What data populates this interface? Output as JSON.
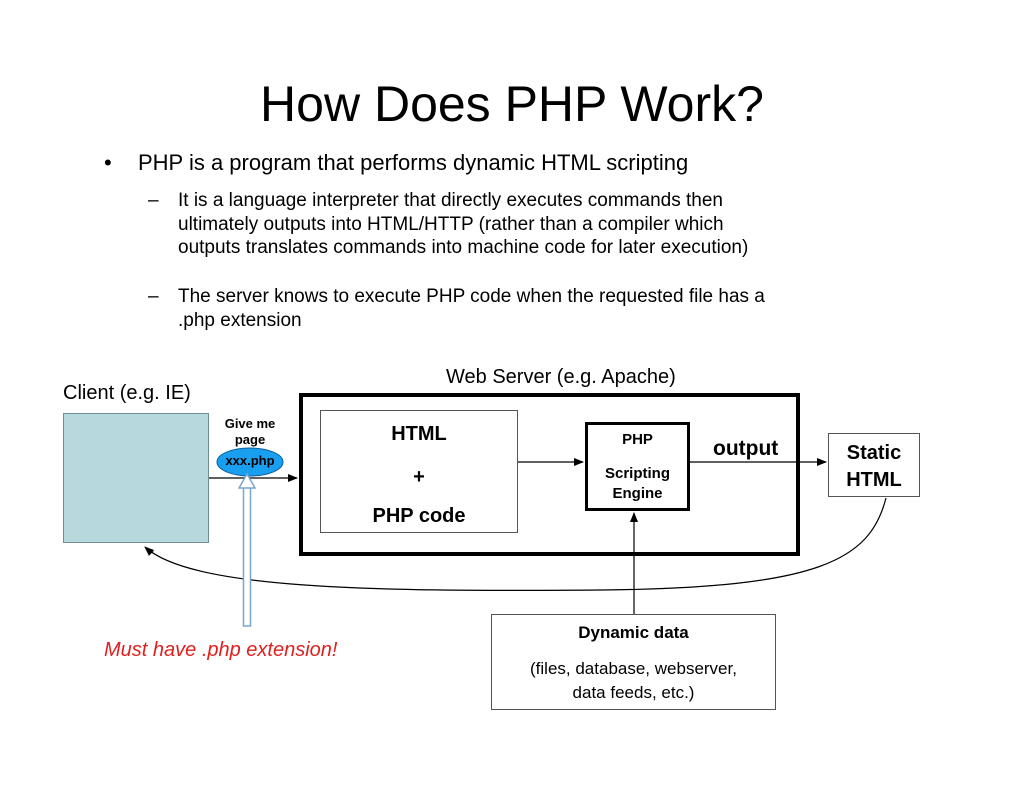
{
  "slide": {
    "title": "How Does PHP Work?",
    "bullet": "PHP is a program that performs dynamic HTML scripting",
    "sub_bullets": [
      "It is a language interpreter that directly executes commands then\nultimately outputs into HTML/HTTP (rather than a compiler which\noutputs translates commands into machine code for later execution)",
      "The server knows to execute PHP code when the requested file has a\n.php extension"
    ]
  },
  "diagram": {
    "client_label": "Client (e.g. IE)",
    "web_server_label": "Web Server (e.g. Apache)",
    "request_label_line1": "Give me",
    "request_label_line2": "page",
    "request_file": "xxx.php",
    "html_box": {
      "line1": "HTML",
      "line2": "+",
      "line3": "PHP code"
    },
    "php_box": {
      "line1": "PHP",
      "line2": "Scripting",
      "line3": "Engine"
    },
    "output_label": "output",
    "static_html": {
      "line1": "Static",
      "line2": "HTML"
    },
    "dynamic_data": {
      "heading": "Dynamic data",
      "line1": "(files, database, webserver,",
      "line2": "data feeds, etc.)"
    },
    "note": "Must have .php extension!"
  },
  "colors": {
    "client_fill": "#b7d8dd",
    "request_bubble": "#1a9ef0",
    "note": "#e0201f",
    "pointer_arrow": "#7aa6cf"
  }
}
